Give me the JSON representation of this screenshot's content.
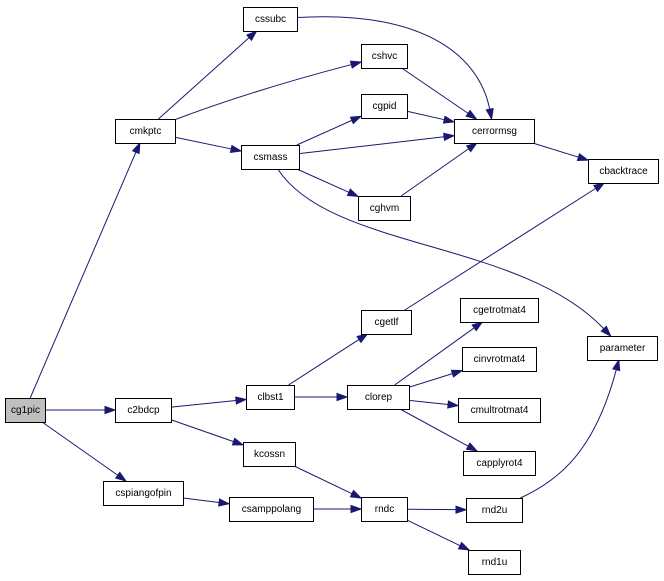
{
  "graph": {
    "edge_color": "#191970",
    "root_fill": "#bfbfbf",
    "node_fill": "#ffffff",
    "nodes": [
      {
        "id": "cg1pic",
        "label": "cg1pic"
      },
      {
        "id": "cmkptc",
        "label": "cmkptc"
      },
      {
        "id": "c2bdcp",
        "label": "c2bdcp"
      },
      {
        "id": "cspiangofpin",
        "label": "cspiangofpin"
      },
      {
        "id": "cssubc",
        "label": "cssubc"
      },
      {
        "id": "cshvc",
        "label": "cshvc"
      },
      {
        "id": "csmass",
        "label": "csmass"
      },
      {
        "id": "cgpid",
        "label": "cgpid"
      },
      {
        "id": "cghvm",
        "label": "cghvm"
      },
      {
        "id": "cerrormsg",
        "label": "cerrormsg"
      },
      {
        "id": "cbacktrace",
        "label": "cbacktrace"
      },
      {
        "id": "parameter",
        "label": "parameter"
      },
      {
        "id": "clbst1",
        "label": "clbst1"
      },
      {
        "id": "cgetlf",
        "label": "cgetlf"
      },
      {
        "id": "clorep",
        "label": "clorep"
      },
      {
        "id": "cgetrotmat4",
        "label": "cgetrotmat4"
      },
      {
        "id": "cinvrotmat4",
        "label": "cinvrotmat4"
      },
      {
        "id": "cmultrotmat4",
        "label": "cmultrotmat4"
      },
      {
        "id": "capplyrot4",
        "label": "capplyrot4"
      },
      {
        "id": "kcossn",
        "label": "kcossn"
      },
      {
        "id": "csamppolang",
        "label": "csamppolang"
      },
      {
        "id": "rndc",
        "label": "rndc"
      },
      {
        "id": "rnd2u",
        "label": "rnd2u"
      },
      {
        "id": "rnd1u",
        "label": "rnd1u"
      }
    ],
    "edges": [
      [
        "cg1pic",
        "cmkptc"
      ],
      [
        "cg1pic",
        "c2bdcp"
      ],
      [
        "cg1pic",
        "cspiangofpin"
      ],
      [
        "cmkptc",
        "cssubc"
      ],
      [
        "cmkptc",
        "cshvc"
      ],
      [
        "cmkptc",
        "csmass"
      ],
      [
        "cssubc",
        "cerrormsg"
      ],
      [
        "cshvc",
        "cerrormsg"
      ],
      [
        "csmass",
        "cgpid"
      ],
      [
        "csmass",
        "cerrormsg"
      ],
      [
        "csmass",
        "cghvm"
      ],
      [
        "csmass",
        "parameter"
      ],
      [
        "cgpid",
        "cerrormsg"
      ],
      [
        "cghvm",
        "cerrormsg"
      ],
      [
        "cerrormsg",
        "cbacktrace"
      ],
      [
        "c2bdcp",
        "clbst1"
      ],
      [
        "c2bdcp",
        "kcossn"
      ],
      [
        "clbst1",
        "cgetlf"
      ],
      [
        "clbst1",
        "clorep"
      ],
      [
        "cgetlf",
        "cbacktrace"
      ],
      [
        "clorep",
        "cgetrotmat4"
      ],
      [
        "clorep",
        "cinvrotmat4"
      ],
      [
        "clorep",
        "cmultrotmat4"
      ],
      [
        "clorep",
        "capplyrot4"
      ],
      [
        "kcossn",
        "rndc"
      ],
      [
        "cspiangofpin",
        "csamppolang"
      ],
      [
        "csamppolang",
        "rndc"
      ],
      [
        "rndc",
        "rnd2u"
      ],
      [
        "rndc",
        "rnd1u"
      ],
      [
        "rnd2u",
        "parameter"
      ]
    ]
  }
}
